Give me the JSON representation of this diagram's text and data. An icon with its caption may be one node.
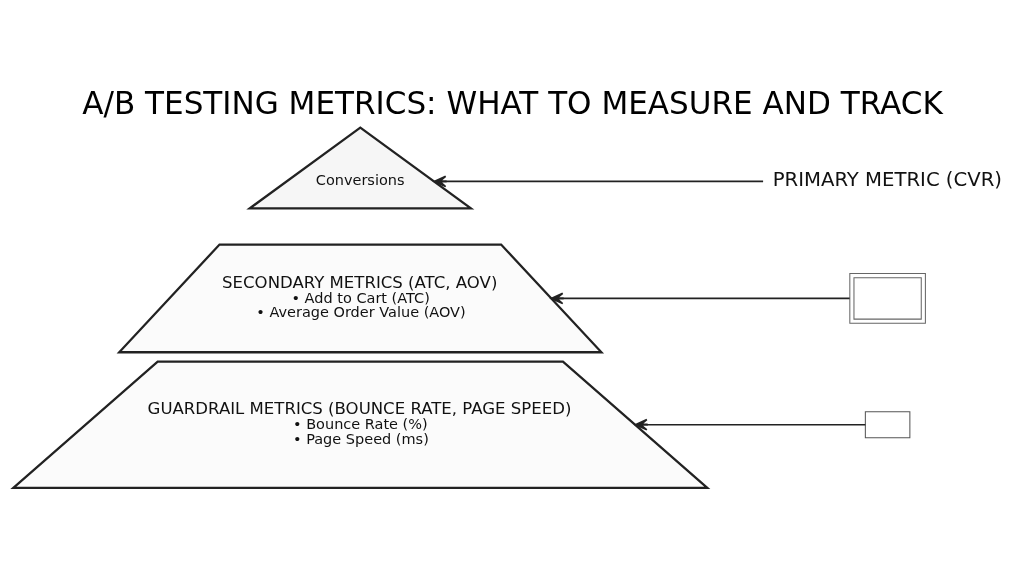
{
  "diagram": {
    "title": "A/B TESTING METRICS: WHAT TO MEASURE AND TRACK",
    "nodes": [
      {
        "text": [
          "Conversions"
        ]
      },
      {
        "text": [
          "PRIMARY METRIC (CVR)"
        ]
      },
      {
        "text": [
          "SECONDARY METRICS (ATC, AOV)",
          "• Add to Cart (ATC)",
          "• Average Order Value (AOV)"
        ]
      },
      {
        "text": [],
        "shape": "picture"
      },
      {
        "text": [
          "GUARDRAIL METRICS (BOUNCE RATE, PAGE SPEED)",
          "• Bounce Rate (%)",
          "• Page Speed (ms)"
        ]
      },
      {
        "text": [],
        "shape": "box"
      }
    ],
    "edges": [
      {
        "from": 1,
        "to": 0,
        "arrow": "to"
      },
      {
        "from": 3,
        "to": 2,
        "arrow": "to"
      },
      {
        "from": 5,
        "to": 4,
        "arrow": "to"
      }
    ]
  }
}
